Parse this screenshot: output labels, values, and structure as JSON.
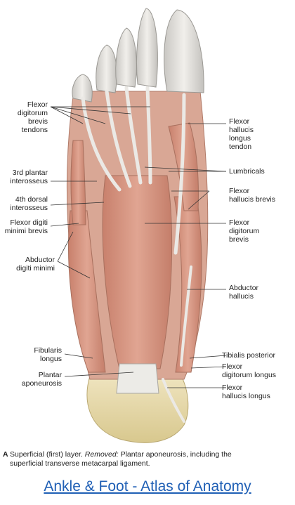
{
  "labels": {
    "flexor_digitorum_brevis_tendons": [
      "Flexor",
      "digitorum",
      "brevis",
      "tendons"
    ],
    "third_plantar_interosseus": [
      "3rd plantar",
      "interosseus"
    ],
    "fourth_dorsal_interosseus": [
      "4th dorsal",
      "interosseus"
    ],
    "flexor_digiti_minimi_brevis": [
      "Flexor digiti",
      "minimi brevis"
    ],
    "abductor_digiti_minimi": [
      "Abductor",
      "digiti minimi"
    ],
    "fibularis_longus": [
      "Fibularis",
      "longus"
    ],
    "plantar_aponeurosis": [
      "Plantar",
      "aponeurosis"
    ],
    "flexor_hallucis_longus_tendon": [
      "Flexor",
      "hallucis",
      "longus",
      "tendon"
    ],
    "lumbricals": [
      "Lumbricals"
    ],
    "flexor_hallucis_brevis": [
      "Flexor",
      "hallucis brevis"
    ],
    "flexor_digitorum_brevis": [
      "Flexor",
      "digitorum",
      "brevis"
    ],
    "abductor_hallucis": [
      "Abductor",
      "hallucis"
    ],
    "tibialis_posterior": [
      "Tibialis posterior"
    ],
    "flexor_digitorum_longus": [
      "Flexor",
      "digitorum longus"
    ],
    "flexor_hallucis_longus": [
      "Flexor",
      "hallucis longus"
    ]
  },
  "caption": {
    "letter": "A",
    "text_before": "Superficial (first) layer.",
    "removed_label": "Removed:",
    "text_after": "Plantar aponeurosis, including the",
    "line2": "superficial transverse metacarpal ligament."
  },
  "footer": {
    "link_text": "Ankle & Foot - Atlas of Anatomy",
    "link_color": "#1f5fb5"
  },
  "colors": {
    "muscle": "#d79a86",
    "tendon": "#e6e4e0",
    "bone": "#e6d9a8",
    "leader_line": "#333333"
  }
}
